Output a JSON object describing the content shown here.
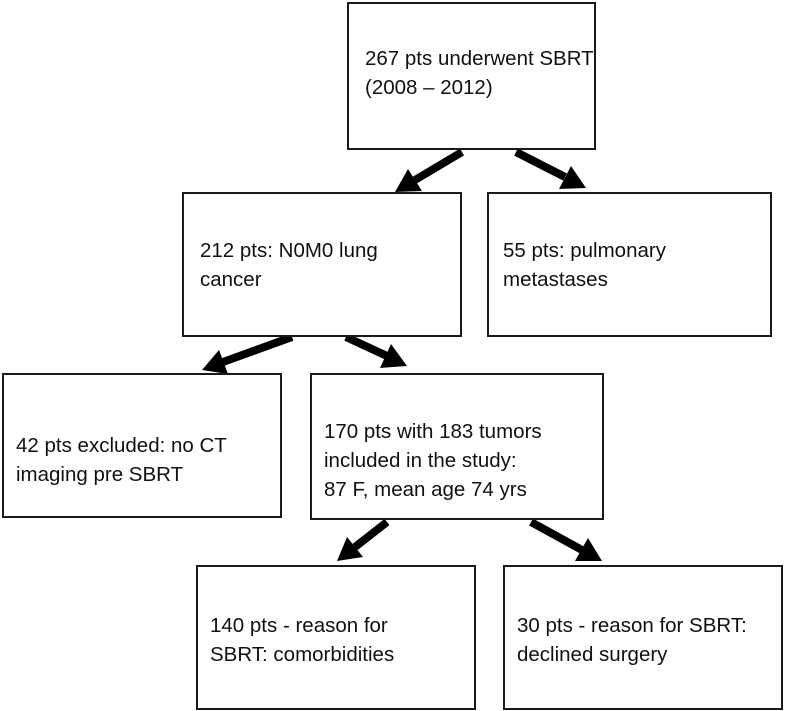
{
  "boxes": {
    "root": {
      "line1": "267 pts underwent SBRT",
      "line2": "(2008 – 2012)"
    },
    "lung": {
      "line1": "212 pts: N0M0 lung",
      "line2": "cancer"
    },
    "metastases": {
      "line1": "55 pts: pulmonary",
      "line2": "metastases"
    },
    "excluded": {
      "line1": "42 pts excluded: no CT",
      "line2": "imaging pre SBRT"
    },
    "included": {
      "line1": "170 pts with 183 tumors",
      "line2": "included in the study:",
      "line3": "87 F, mean age 74 yrs"
    },
    "comorbidities": {
      "line1": "140 pts - reason for",
      "line2": "SBRT: comorbidities"
    },
    "declined": {
      "line1": "30 pts - reason for SBRT:",
      "line2": "declined surgery"
    }
  }
}
